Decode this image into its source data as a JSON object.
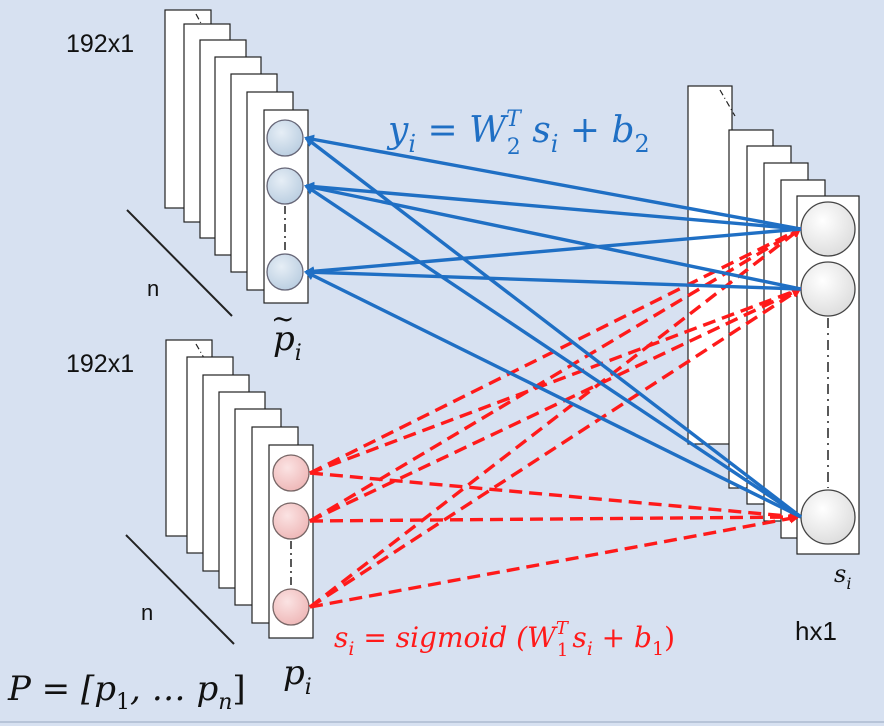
{
  "labels": {
    "top_dim": "192x1",
    "bottom_dim": "192x1",
    "top_n": "n",
    "bottom_n": "n",
    "hidden_dim": "hx1"
  },
  "math": {
    "decoder_eq": {
      "y": "y",
      "i": "i",
      "eq": " = W",
      "T": "T",
      "two": "2",
      "s": " s",
      "i2": "i",
      "plus": " + b",
      "b": "2"
    },
    "encoder_eq": {
      "s": "s",
      "i": "i",
      "mid": " = sigmoid (W",
      "T": "T",
      "one": "1",
      "s2": "s",
      "i2": "i",
      "plus": " + b",
      "b": "1",
      "close": ")"
    },
    "p_tilde": {
      "p": "p",
      "tilde": "~",
      "i": "i"
    },
    "p_i": {
      "p": "p",
      "i": "i"
    },
    "s_i": {
      "s": "s",
      "i": "i"
    },
    "P_def": {
      "P": "P = [p",
      "one": "1",
      "mid": ", … p",
      "n": "n",
      "close": "]"
    }
  },
  "colors": {
    "background": "#d7e1f1",
    "decoder_arrows": "#1f6fc4",
    "encoder_arrows": "#ff1a1a",
    "output_node": "#c9d8e8",
    "input_node": "#f3c6c6",
    "hidden_node": "#eeeeee"
  }
}
